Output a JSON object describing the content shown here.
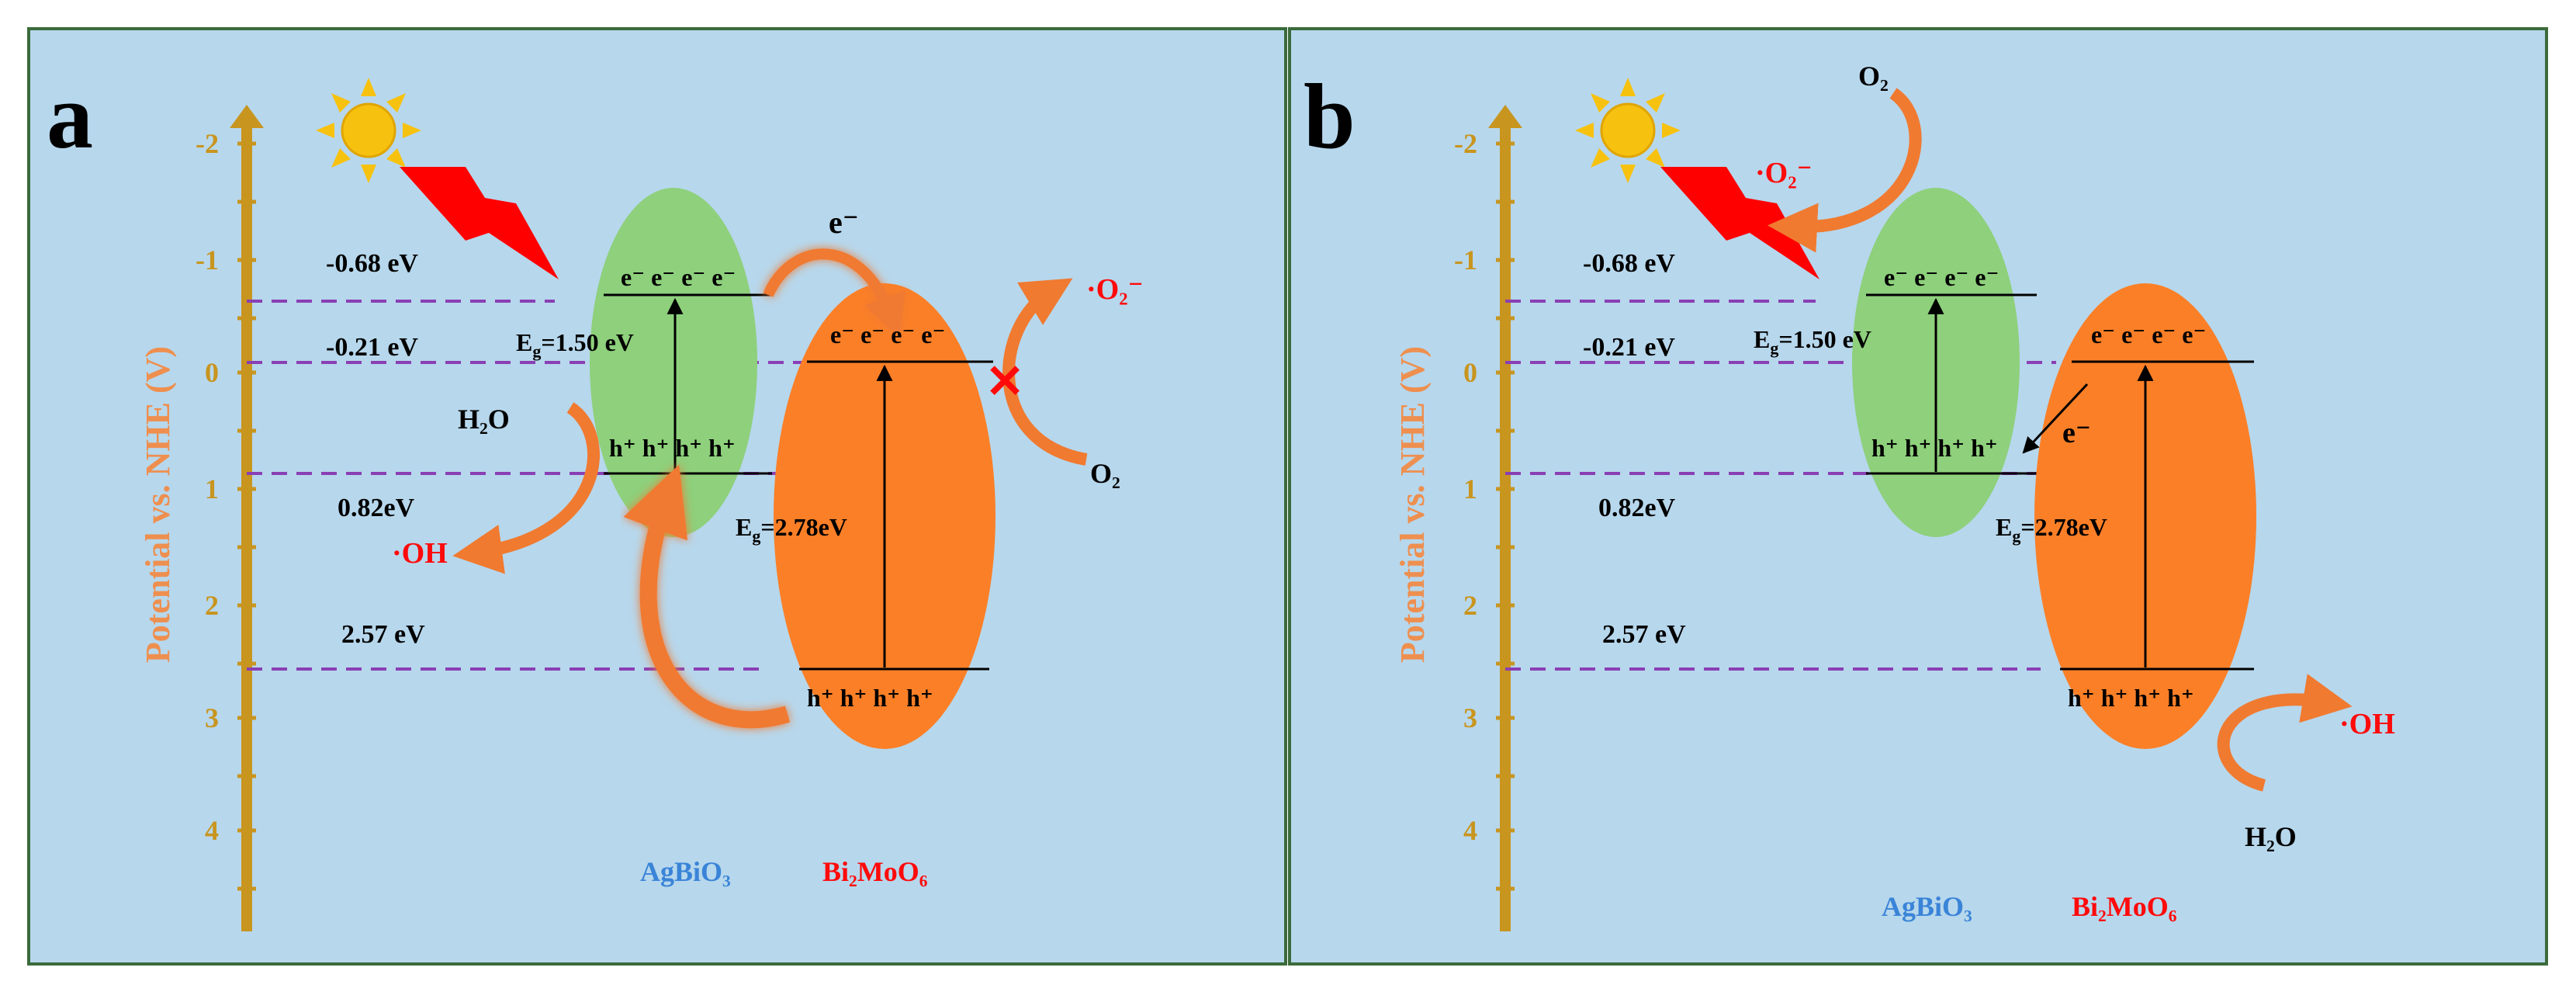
{
  "colors": {
    "panel_bg": "#b7d7ec",
    "panel_border": "#3b6b3b",
    "axis": "#c8951f",
    "axis_label": "#ee8f4f",
    "green_band": "#8ed07c",
    "orange_band": "#fb7f27",
    "dashed": "#8a3fb4",
    "red_text": "#ff0a0a",
    "blue_text": "#3a84d8",
    "arrow_orange": "#f07a30",
    "sun": "#f7c20f",
    "lightning": "#ff0000"
  },
  "axis": {
    "label": "Potential vs. NHE (V)",
    "ticks": [
      "-2",
      "-1",
      "0",
      "1",
      "2",
      "3",
      "4"
    ]
  },
  "panels": [
    {
      "letter": "a",
      "levels": [
        "-0.68 eV",
        "-0.21 eV",
        "0.82eV",
        "2.57 eV"
      ],
      "agbio3": {
        "electrons": "e⁻ e⁻ e⁻ e⁻",
        "holes": "h⁺ h⁺ h⁺ h⁺",
        "eg": "1.50 eV"
      },
      "bi2moo6": {
        "electrons": "e⁻ e⁻ e⁻ e⁻",
        "holes": "h⁺ h⁺ h⁺ h⁺",
        "eg": "2.78eV"
      },
      "transfer_label": "e⁻",
      "species": {
        "h2o": "H₂O",
        "oh": "·OH",
        "o2": "O₂",
        "o2_radical": "·O₂⁻",
        "blocked": "✕"
      },
      "material_labels": {
        "agbio3": "AgBiO₃",
        "bi2moo6": "Bi₂MoO₆"
      }
    },
    {
      "letter": "b",
      "levels": [
        "-0.68 eV",
        "-0.21 eV",
        "0.82eV",
        "2.57 eV"
      ],
      "agbio3": {
        "electrons": "e⁻ e⁻ e⁻ e⁻",
        "holes": "h⁺ h⁺ h⁺ h⁺",
        "eg": "1.50 eV"
      },
      "bi2moo6": {
        "electrons": "e⁻ e⁻ e⁻ e⁻",
        "holes": "h⁺ h⁺ h⁺ h⁺",
        "eg": "2.78eV"
      },
      "transfer_label": "e⁻",
      "species": {
        "o2": "O₂",
        "o2_radical": "·O₂⁻",
        "oh": "·OH",
        "h2o": "H₂O"
      },
      "material_labels": {
        "agbio3": "AgBiO₃",
        "bi2moo6": "Bi₂MoO₆"
      }
    }
  ]
}
